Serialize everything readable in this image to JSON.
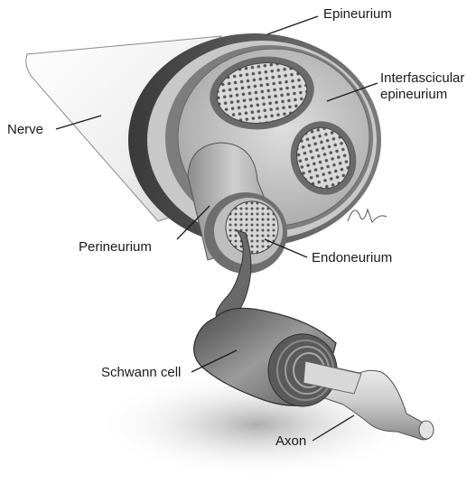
{
  "labels": {
    "epineurium": "Epineurium",
    "interfascicular_line1": "Interfascicular",
    "interfascicular_line2": "epineurium",
    "nerve": "Nerve",
    "perineurium": "Perineurium",
    "endoneurium": "Endoneurium",
    "schwann_cell": "Schwann cell",
    "axon": "Axon"
  }
}
